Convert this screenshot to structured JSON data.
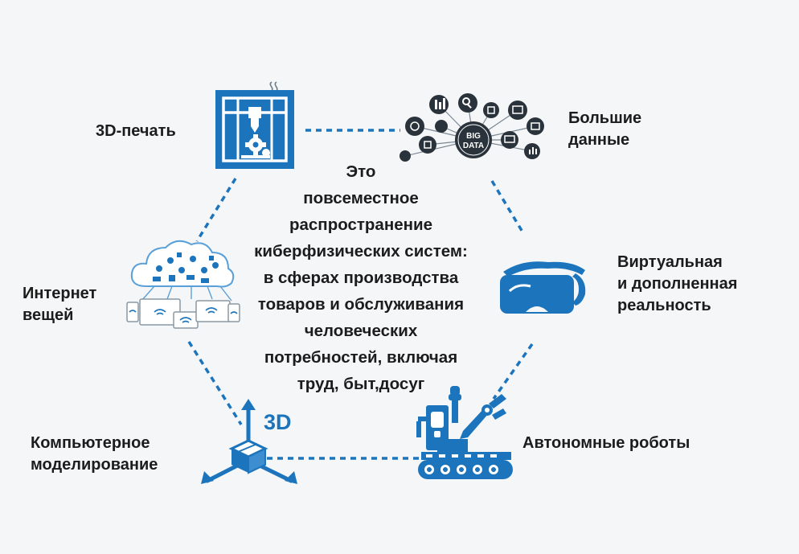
{
  "diagram": {
    "colors": {
      "accent": "#1c75bc",
      "text": "#1c1c1c",
      "background": "#f5f6f8"
    },
    "center_lines": [
      "Это",
      "повсеместное",
      "распространение",
      "киберфизических систем:",
      "в сферах производства",
      "товаров и обслуживания",
      "человеческих",
      "потребностей, включая",
      "труд, быт,досуг"
    ],
    "nodes": {
      "printing": {
        "lines": [
          "3D-печать"
        ],
        "icon": "3d-printer-icon"
      },
      "bigdata": {
        "lines": [
          "Большие",
          "данные"
        ],
        "icon": "big-data-icon",
        "icon_text": [
          "BIG",
          "DATA"
        ]
      },
      "vr": {
        "lines": [
          "Виртуальная",
          "и дополненная",
          "реальность"
        ],
        "icon": "vr-headset-icon"
      },
      "robots": {
        "lines": [
          "Автономные роботы"
        ],
        "icon": "robot-arm-icon"
      },
      "modeling": {
        "lines": [
          "Компьютерное",
          "моделирование"
        ],
        "icon": "3d-cube-icon",
        "icon_text": "3D"
      },
      "iot": {
        "lines": [
          "Интернет",
          "вещей"
        ],
        "icon": "iot-cloud-icon"
      }
    }
  }
}
